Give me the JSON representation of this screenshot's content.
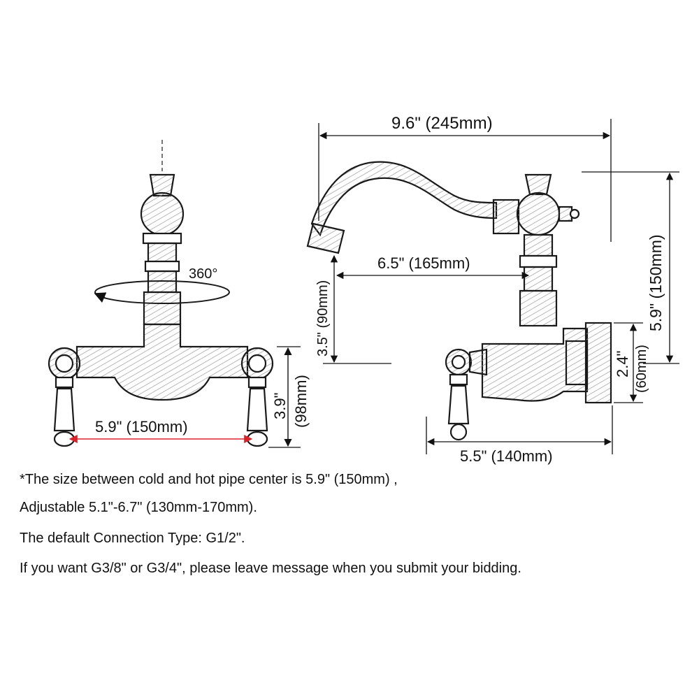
{
  "dimensions": {
    "rotation": "360°",
    "front_width": "5.9\" (150mm)",
    "front_height": "3.9\"",
    "front_height_mm": "(98mm)",
    "total_length": "9.6\" (245mm)",
    "reach": "6.5\" (165mm)",
    "spout_height": "3.5\" (90mm)",
    "total_height": "5.9\" (150mm)",
    "flange": "2.4\"",
    "flange_mm": "(60mm)",
    "projection": "5.5\" (140mm)"
  },
  "notes": [
    "*The size between cold and hot pipe center is 5.9\" (150mm) ,",
    "Adjustable 5.1\"-6.7\" (130mm-170mm).",
    "The default Connection Type: G1/2\".",
    "If you want G3/8\" or G3/4\", please leave message when you submit your bidding."
  ],
  "colors": {
    "line": "#1a1a1a",
    "accent": "#d8232a",
    "hatch": "#9a9a9a"
  }
}
